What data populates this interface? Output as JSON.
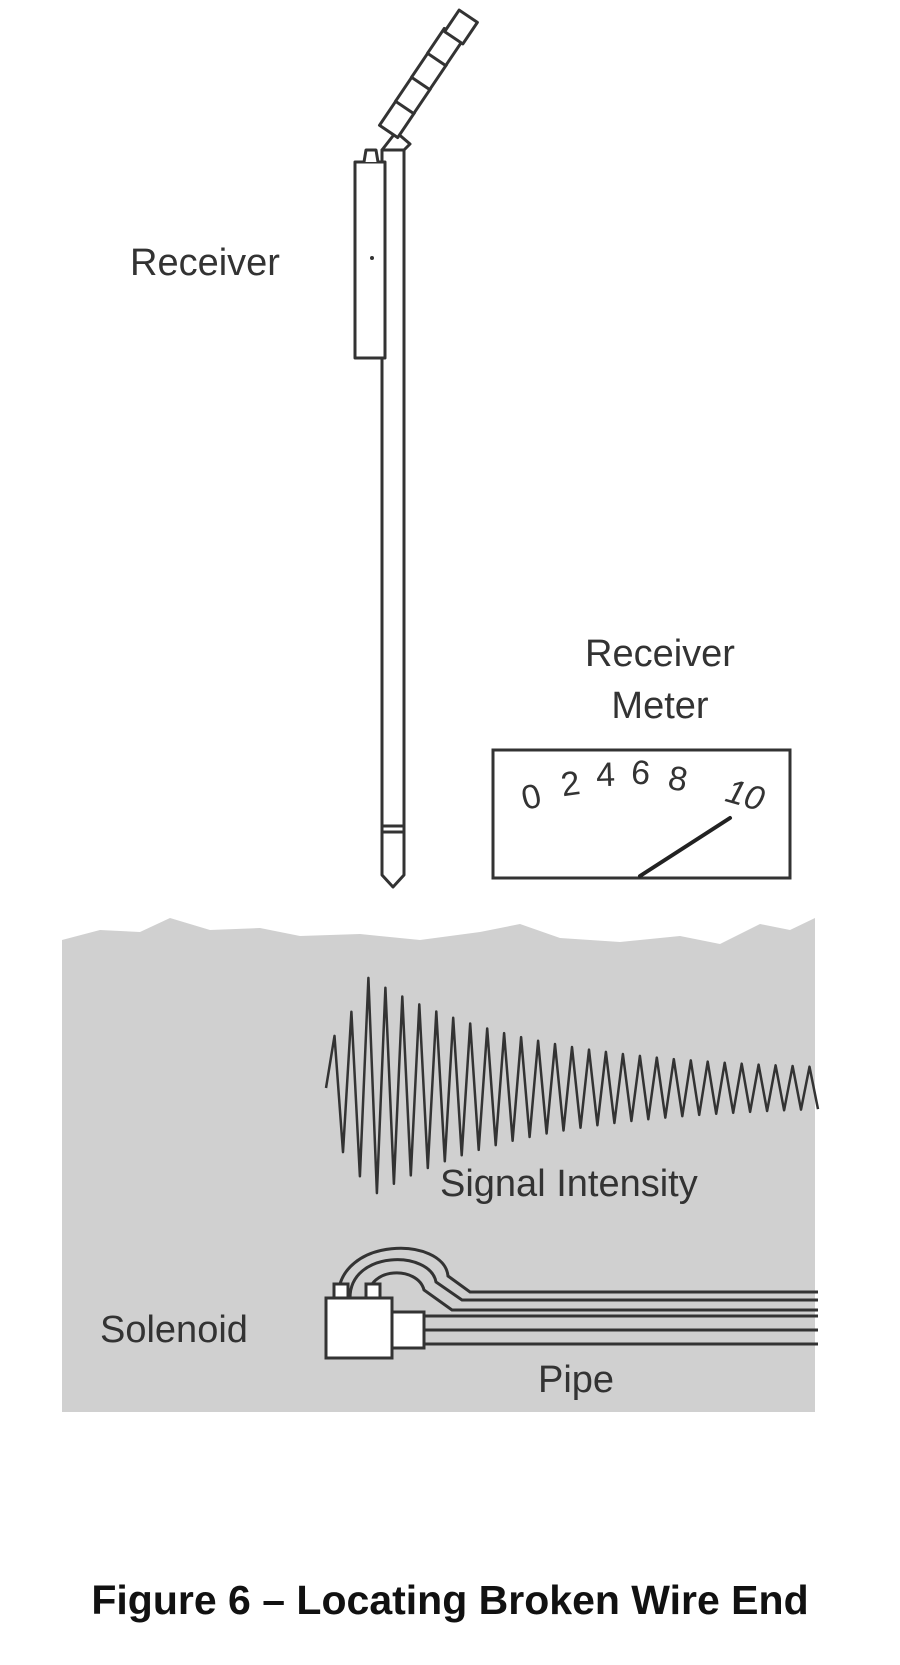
{
  "labels": {
    "receiver": "Receiver",
    "meter_line1": "Receiver",
    "meter_line2": "Meter",
    "signal_intensity": "Signal Intensity",
    "solenoid": "Solenoid",
    "pipe": "Pipe"
  },
  "meter": {
    "scale": [
      "0",
      "2",
      "4",
      "6",
      "8",
      "10"
    ]
  },
  "caption": "Figure 6 – Locating Broken Wire End",
  "colors": {
    "ground": "#d0d0d0",
    "line": "#333333",
    "caption": "#111111"
  }
}
